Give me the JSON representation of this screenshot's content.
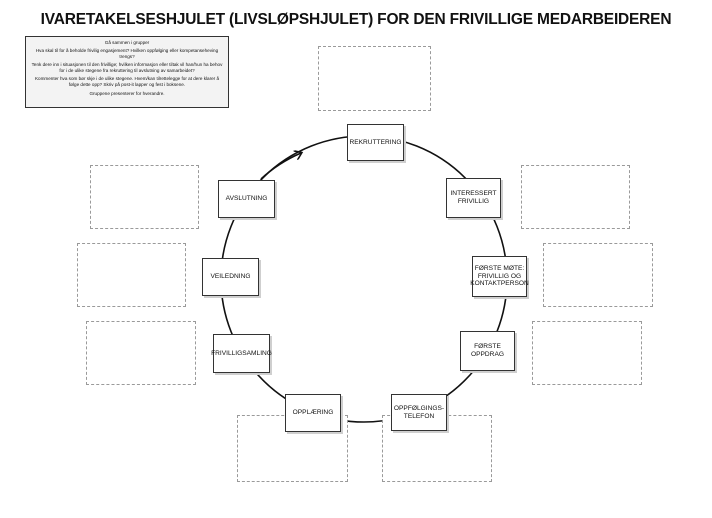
{
  "title": "IVARETAKELSESHJULET (LIVSLØPSHJULET) FOR DEN FRIVILLIGE MEDARBEIDEREN",
  "instructions": [
    "Gå sammen i grupper",
    "Hva skal til for å beholde frivilig engasjement? Hvilken oppfølging eller kompetanseheving trengs?",
    "Tenk dere inn i situasjonen til den frivillige; hvilken informasjon eller tiltak vil han/hun ha behov for i de ulike stegene fra rekruttering til avslutning av samarbeidet?",
    "Kommenter hva som bør skje i de ulike stegene. Hvem/kan tilrettelegge for at dere klarer å følge dette opp? Skriv på post-it lapper og fest i boksene.",
    "Gruppene presenterer for hverandre."
  ],
  "stages": [
    {
      "id": "rekruttering",
      "label": "REKRUTTERING"
    },
    {
      "id": "interessert-frivillig",
      "label": "INTERESSERT\nFRIVILLIG"
    },
    {
      "id": "forste-mote",
      "label": "FØRSTE MØTE:\nFRIVILLIG OG\nKONTAKTPERSON"
    },
    {
      "id": "forste-oppdrag",
      "label": "FØRSTE\nOPPDRAG"
    },
    {
      "id": "oppfolgingstelefon",
      "label": "OPPFØLGINGS-\nTELEFON"
    },
    {
      "id": "opplaering",
      "label": "OPPLÆRING"
    },
    {
      "id": "frivilligsamling",
      "label": "FRIVILLIGSAMLING"
    },
    {
      "id": "veiledning",
      "label": "VEILEDNING"
    },
    {
      "id": "avslutning",
      "label": "AVSLUTNING"
    }
  ]
}
